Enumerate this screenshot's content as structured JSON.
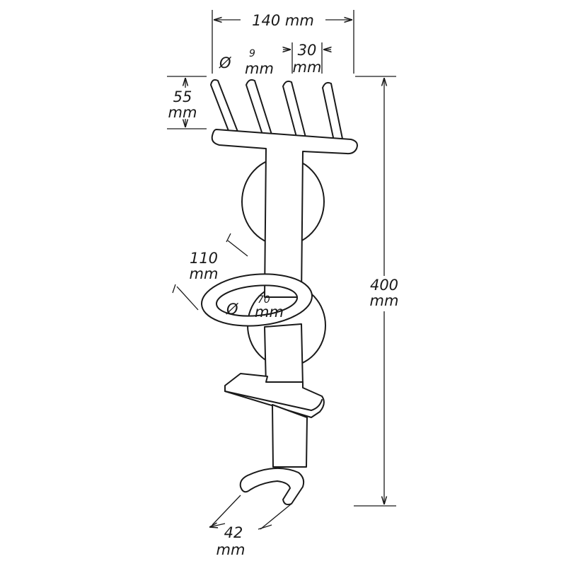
{
  "dimensions": {
    "width": {
      "value": "140",
      "unit": "mm"
    },
    "prong_diameter": {
      "symbol": "Ø",
      "value": "9",
      "unit": "mm"
    },
    "prong_spacing": {
      "value": "30",
      "unit": "mm"
    },
    "prong_length": {
      "value": "55",
      "unit": "mm"
    },
    "ring_offset": {
      "value": "110",
      "unit": "mm"
    },
    "ring_diameter": {
      "symbol": "Ø",
      "value": "70",
      "unit": "mm"
    },
    "height": {
      "value": "400",
      "unit": "mm"
    },
    "hook_width": {
      "value": "42",
      "unit": "mm"
    }
  }
}
